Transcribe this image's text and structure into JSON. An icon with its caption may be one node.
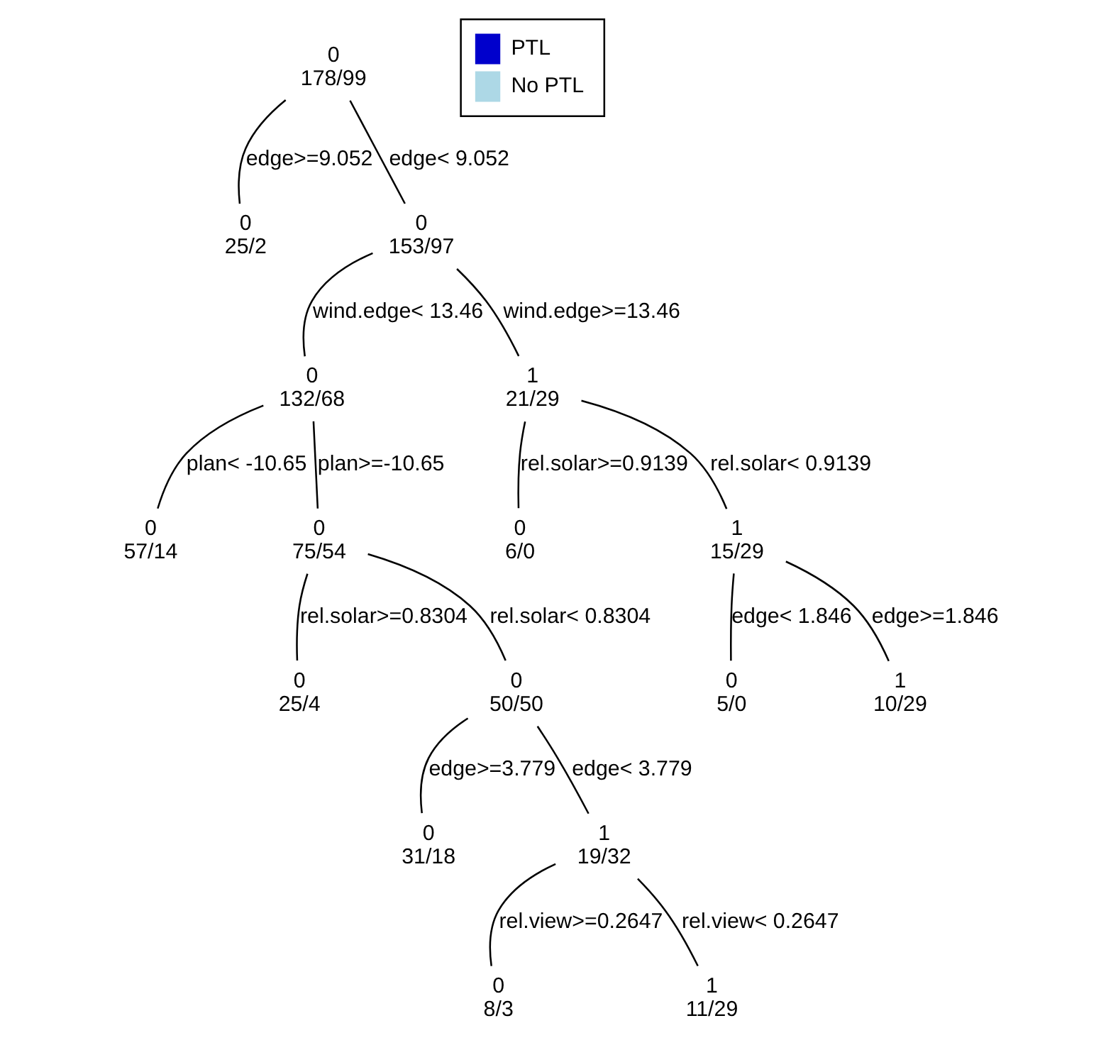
{
  "diagram": {
    "nodes": [
      {
        "text": [
          "0",
          "178/99"
        ]
      },
      {
        "text": [
          "0",
          "25/2"
        ]
      },
      {
        "text": [
          "0",
          "153/97"
        ]
      },
      {
        "text": [
          "0",
          "132/68"
        ]
      },
      {
        "text": [
          "0",
          "57/14"
        ]
      },
      {
        "text": [
          "0",
          "75/54"
        ]
      },
      {
        "text": [
          "0",
          "25/4"
        ]
      },
      {
        "text": [
          "0",
          "50/50"
        ]
      },
      {
        "text": [
          "0",
          "31/18"
        ]
      },
      {
        "text": [
          "1",
          "19/32"
        ]
      },
      {
        "text": [
          "0",
          "8/3"
        ]
      },
      {
        "text": [
          "1",
          "11/29"
        ]
      },
      {
        "text": [
          "1",
          "21/29"
        ]
      },
      {
        "text": [
          "0",
          "6/0"
        ]
      },
      {
        "text": [
          "1",
          "15/29"
        ]
      },
      {
        "text": [
          "0",
          "5/0"
        ]
      },
      {
        "text": [
          "1",
          "10/29"
        ]
      }
    ],
    "edges": [
      {
        "from": 0,
        "to": 1,
        "arrow": "none",
        "label": "edge>=9.052"
      },
      {
        "from": 0,
        "to": 2,
        "arrow": "none",
        "label": "edge< 9.052"
      },
      {
        "from": 2,
        "to": 3,
        "arrow": "none",
        "label": "wind.edge< 13.46"
      },
      {
        "from": 2,
        "to": 12,
        "arrow": "none",
        "label": "wind.edge>=13.46"
      },
      {
        "from": 3,
        "to": 4,
        "arrow": "none",
        "label": "plan< -10.65"
      },
      {
        "from": 3,
        "to": 5,
        "arrow": "none",
        "label": "plan>=-10.65"
      },
      {
        "from": 5,
        "to": 6,
        "arrow": "none",
        "label": "rel.solar>=0.8304"
      },
      {
        "from": 5,
        "to": 7,
        "arrow": "none",
        "label": "rel.solar< 0.8304"
      },
      {
        "from": 7,
        "to": 8,
        "arrow": "none",
        "label": "edge>=3.779"
      },
      {
        "from": 7,
        "to": 9,
        "arrow": "none",
        "label": "edge< 3.779"
      },
      {
        "from": 9,
        "to": 10,
        "arrow": "none",
        "label": "rel.view>=0.2647"
      },
      {
        "from": 9,
        "to": 11,
        "arrow": "none",
        "label": "rel.view< 0.2647"
      },
      {
        "from": 12,
        "to": 13,
        "arrow": "none",
        "label": "rel.solar>=0.9139"
      },
      {
        "from": 12,
        "to": 14,
        "arrow": "none",
        "label": "rel.solar< 0.9139"
      },
      {
        "from": 14,
        "to": 15,
        "arrow": "none",
        "label": "edge< 1.846"
      },
      {
        "from": 14,
        "to": 16,
        "arrow": "none",
        "label": "edge>=1.846"
      }
    ],
    "legend": [
      {
        "text": "PTL",
        "color": "#0000cc"
      },
      {
        "text": "No PTL",
        "color": "#add8e6"
      }
    ]
  }
}
